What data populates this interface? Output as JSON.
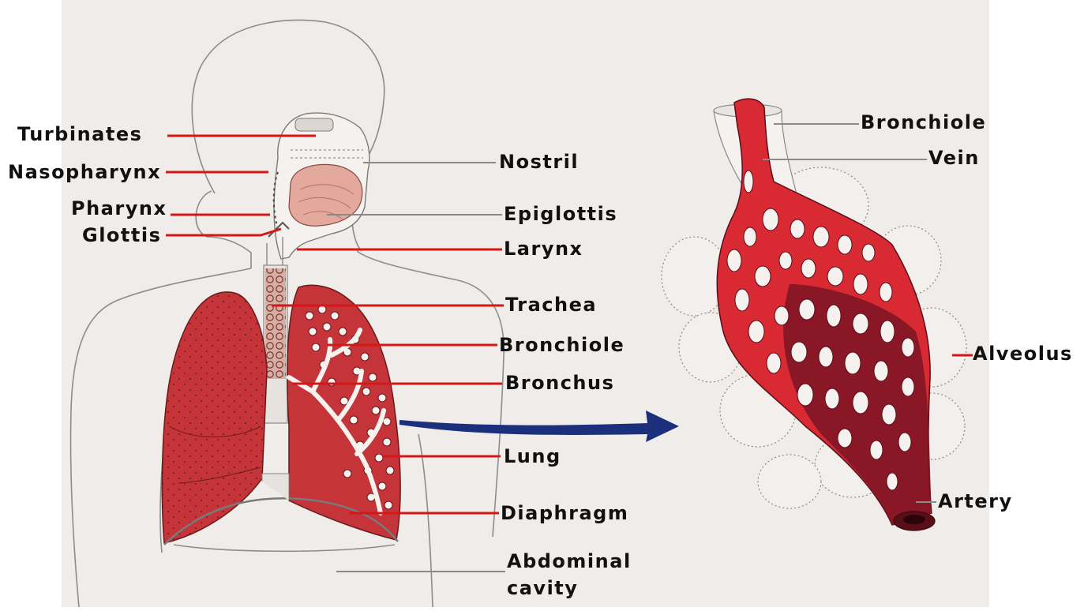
{
  "colors": {
    "background": "#ffffff",
    "paper": "#efecea",
    "lung_red": "#c43438",
    "vessel_red": "#d92a34",
    "vessel_dark": "#7a1424",
    "leader_red": "#d41818",
    "leader_gray": "#8a8a8a",
    "arrow_blue": "#1b2f7c",
    "outline": "#8c8c8c"
  },
  "labels_left": {
    "turbinates": "Turbinates",
    "nasopharynx": "Nasopharynx",
    "pharynx": "Pharynx",
    "glottis": "Glottis"
  },
  "labels_center": {
    "nostril": "Nostril",
    "epiglottis": "Epiglottis",
    "larynx": "Larynx",
    "trachea": "Trachea",
    "bronchiole": "Bronchiole",
    "bronchus": "Bronchus",
    "lung": "Lung",
    "diaphragm": "Diaphragm",
    "abdominal_cavity_line1": "Abdominal",
    "abdominal_cavity_line2": "cavity"
  },
  "labels_right": {
    "bronchiole": "Bronchiole",
    "vein": "Vein",
    "alveolus": "Alveolus",
    "artery": "Artery"
  },
  "icons": {
    "arrow": "arrow-right-icon"
  }
}
